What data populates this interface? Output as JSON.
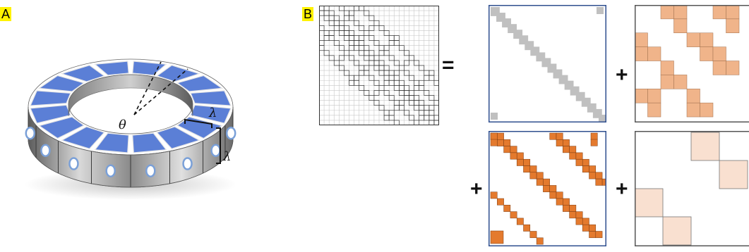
{
  "panels": {
    "a": {
      "label": "A"
    },
    "b": {
      "label": "B"
    }
  },
  "ring": {
    "theta": "θ",
    "lambda_top": "λ",
    "lambda_side": "λ",
    "segments": 16,
    "colors": {
      "top": "#5b7fd6",
      "side": "#9a9a9a",
      "port": "#ffffff"
    }
  },
  "matrices": {
    "grid_size": 24,
    "equals": "=",
    "plus": "+",
    "colors": {
      "frame": "#2f4f8f",
      "diag": "#c0c0c0",
      "band": "#f0b48a",
      "band2": "#e47a2e",
      "block": "#f9e0d0",
      "grid": "#555555"
    }
  }
}
